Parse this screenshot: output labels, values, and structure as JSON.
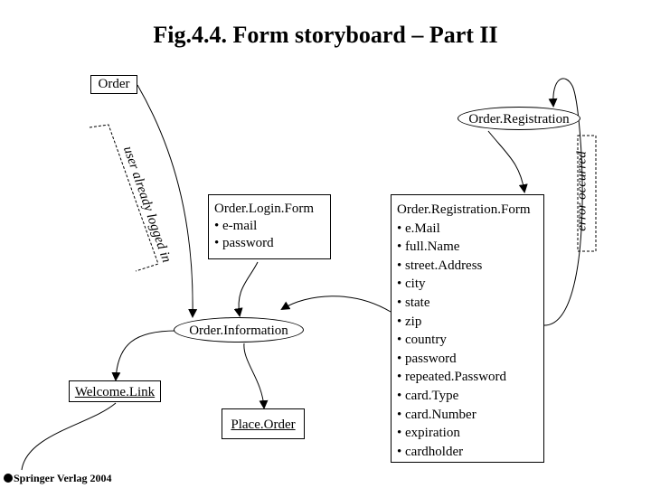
{
  "title": "Fig.4.4. Form storyboard – Part II",
  "nodes": {
    "order": "Order",
    "order_registration": "Order.Registration",
    "order_login_form": {
      "title": "Order.Login.Form",
      "fields": [
        "• e-mail",
        "• password"
      ]
    },
    "order_registration_form": {
      "title": "Order.Registration.Form",
      "fields": [
        "• e.Mail",
        "• full.Name",
        "• street.Address",
        "• city",
        "• state",
        "• zip",
        "• country",
        "• password",
        "• repeated.Password",
        "• card.Type",
        "• card.Number",
        "• expiration",
        "• cardholder"
      ]
    },
    "order_information": "Order.Information",
    "welcome_link": "Welcome.Link",
    "place_order": "Place.Order"
  },
  "edge_labels": {
    "user_logged_in": "user already logged in",
    "error_occurred": "error occurred"
  },
  "footer": {
    "copyright": "Springer Verlag 2004"
  }
}
